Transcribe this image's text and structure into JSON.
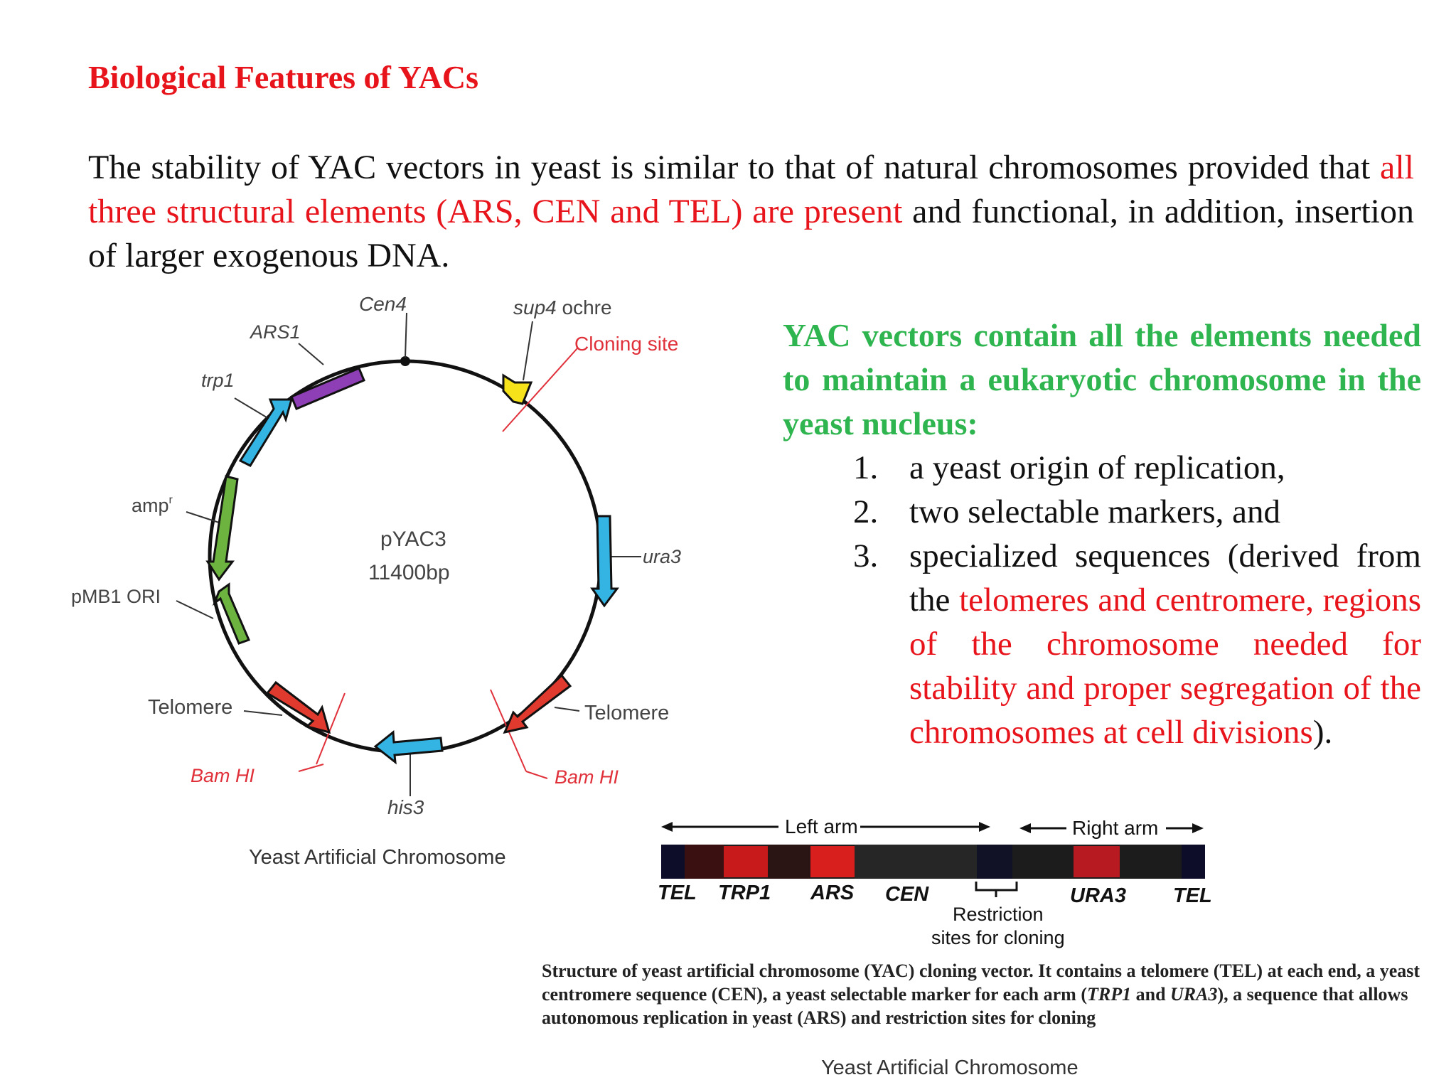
{
  "title": "Biological Features of YACs",
  "intro": {
    "part1": "The stability of YAC vectors in yeast is similar to that of natural chromosomes provided that ",
    "highlight": "all three structural elements (ARS, CEN and TEL) are present",
    "part2": " and functional, in addition, insertion of larger exogenous DNA."
  },
  "right_panel": {
    "heading": "YAC vectors contain all the elements needed to maintain a eukaryotic chromosome in the yeast nucleus:",
    "items": [
      {
        "num": "1.",
        "text": "a yeast origin of replication,"
      },
      {
        "num": "2.",
        "text": "two selectable markers, and"
      },
      {
        "num": "3.",
        "text_before": "specialized sequences (derived from the ",
        "red": "telomeres and centromere, regions of the chromosome needed for stability and proper segregation of the chromosomes at cell divisions",
        "text_after": ")."
      }
    ]
  },
  "plasmid_map": {
    "name": "pYAC3",
    "size": "11400bp",
    "labels": {
      "cen4": "Cen4",
      "sup4": "sup4",
      "ochre": " ochre",
      "cloning_site": "Cloning site",
      "ars1": "ARS1",
      "trp1": "trp1",
      "amp": "amp",
      "amp_sup": "r",
      "ura3": "ura3",
      "pmb1": "pMB1 ORI",
      "telomere_left": "Telomere",
      "telomere_right": "Telomere",
      "bamhi_left": "Bam HI",
      "bamhi_right": "Bam HI",
      "his3": "his3"
    },
    "caption": "Yeast Artificial Chromosome",
    "colors": {
      "purple": "#8f3fb5",
      "blue": "#33b4e3",
      "green": "#6cb33f",
      "red": "#e03a2f",
      "yellow": "#f5e21b",
      "bam": "#e0303a"
    }
  },
  "linear_map": {
    "left_arm": "Left arm",
    "right_arm": "Right arm",
    "labels": [
      "TEL",
      "TRP1",
      "ARS",
      "CEN",
      "URA3",
      "TEL"
    ],
    "restriction_line1": "Restriction",
    "restriction_line2": "sites for cloning",
    "caption_parts": {
      "p1": "Structure of yeast artificial chromosome (YAC) cloning vector. It contains a telomere (TEL) at each end, a yeast centromere sequence (CEN), a yeast selectable marker for each arm (",
      "trp1": "TRP1",
      "and": " and ",
      "ura3": "URA3",
      "p2": "), a sequence that allows autonomous replication in yeast (ARS) and restriction sites for cloning"
    },
    "caption2": "Yeast Artificial Chromosome"
  }
}
